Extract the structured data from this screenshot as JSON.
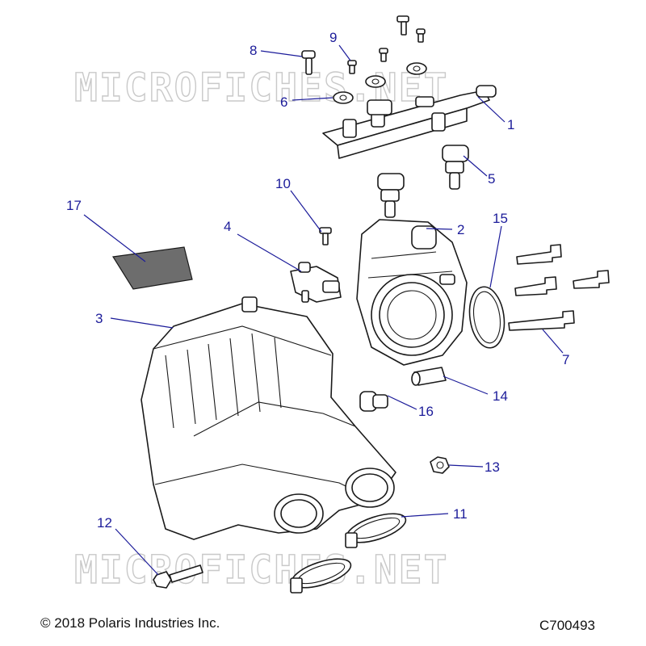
{
  "watermark": "MICROFICHES.NET",
  "callouts": [
    "1",
    "2",
    "3",
    "4",
    "5",
    "6",
    "7",
    "8",
    "9",
    "10",
    "11",
    "12",
    "13",
    "14",
    "15",
    "16",
    "17"
  ],
  "copyright": "© 2018 Polaris Industries Inc.",
  "diagram_code": "C700493",
  "colors": {
    "callout": "#1c1c9a",
    "line_art": "#1a1a1a",
    "watermark": "#c9c9c9",
    "background": "#ffffff"
  }
}
